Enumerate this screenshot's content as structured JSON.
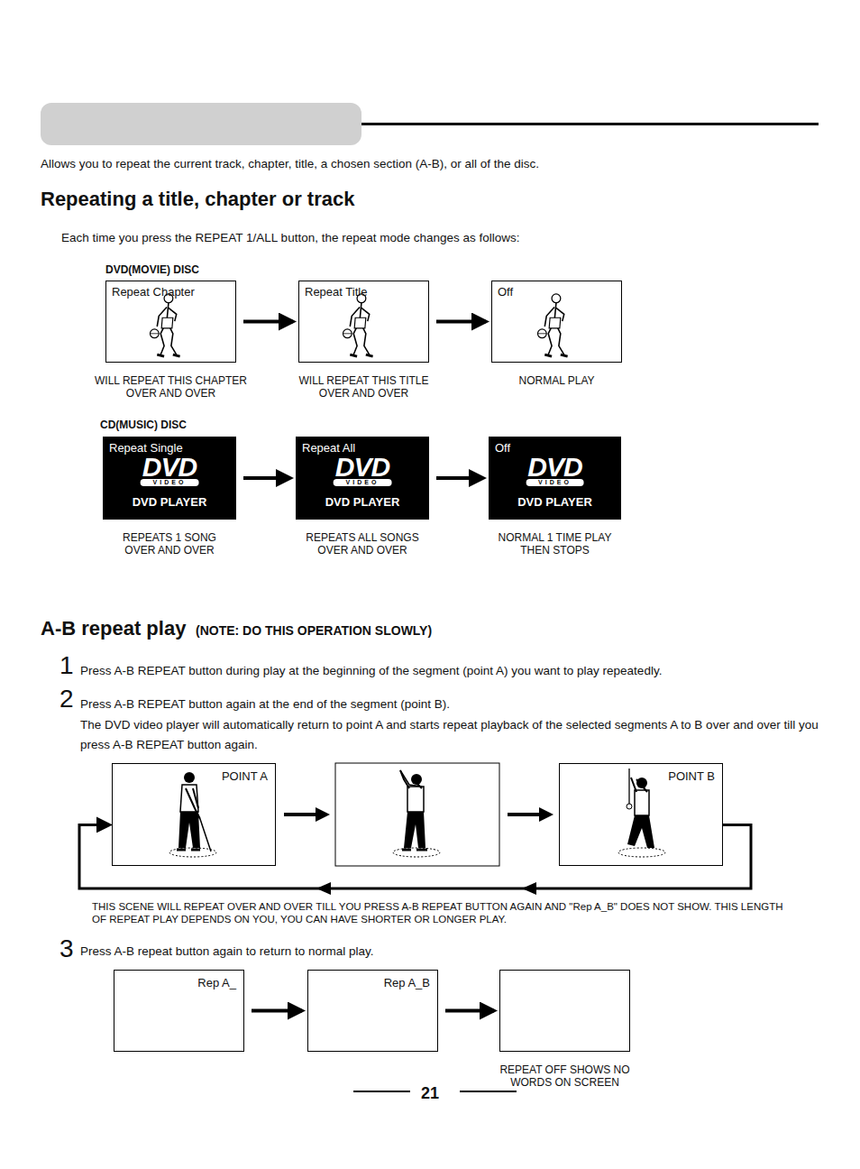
{
  "diagram": {
    "nodes": [
      {
        "text": [
          "Repeat Chapter",
          "WILL REPEAT THIS CHAPTER OVER AND OVER"
        ]
      },
      {
        "text": [
          "Repeat Title",
          "WILL REPEAT THIS TITLE OVER AND OVER"
        ]
      },
      {
        "text": [
          "Off",
          "NORMAL PLAY"
        ]
      },
      {
        "text": [
          "Repeat Single",
          "DVD",
          "VIDEO",
          "DVD PLAYER",
          "REPEATS 1 SONG OVER AND OVER"
        ]
      },
      {
        "text": [
          "Repeat All",
          "DVD",
          "VIDEO",
          "DVD PLAYER",
          "REPEATS ALL SONGS OVER AND OVER"
        ]
      },
      {
        "text": [
          "Off",
          "DVD",
          "VIDEO",
          "DVD PLAYER",
          "NORMAL 1 TIME PLAY THEN STOPS"
        ]
      },
      {
        "text": [
          "POINT A"
        ]
      },
      {
        "text": [
          "POINT B"
        ]
      },
      {
        "text": [
          "Rep A_"
        ]
      },
      {
        "text": [
          "Rep A_B"
        ]
      },
      {
        "text": [
          "REPEAT OFF SHOWS NO WORDS ON SCREEN"
        ]
      }
    ],
    "edges": [
      {
        "from": 0,
        "to": 1,
        "arrow": "to"
      },
      {
        "from": 1,
        "to": 2,
        "arrow": "to"
      },
      {
        "from": 3,
        "to": 4,
        "arrow": "to"
      },
      {
        "from": 4,
        "to": 5,
        "arrow": "to"
      },
      {
        "from": 7,
        "to": 6,
        "arrow": "to"
      },
      {
        "from": 8,
        "to": 9,
        "arrow": "to"
      },
      {
        "from": 9,
        "to": 10,
        "arrow": "to"
      }
    ],
    "labels": [
      "Allows you to repeat the current track, chapter, title, a chosen section (A-B), or all of the disc.",
      "Repeating a title, chapter or track",
      "Each time you press the REPEAT 1/ALL button, the repeat mode changes as follows:",
      "DVD(MOVIE) DISC",
      "CD(MUSIC) DISC",
      "A-B repeat play",
      "(NOTE: DO THIS OPERATION SLOWLY)",
      "1",
      "Press A-B REPEAT button during play at the beginning of the segment (point A) you want to play repeatedly.",
      "2",
      "Press A-B REPEAT button again at the end of the segment (point B).",
      "The DVD video player will automatically return to point A and starts repeat playback of the selected segments A to B over and over till you press A-B REPEAT button again.",
      "THIS SCENE WILL REPEAT OVER AND OVER TILL YOU PRESS A-B REPEAT BUTTON AGAIN AND \"Rep A_B\" DOES NOT SHOW. THIS LENGTH OF REPEAT PLAY DEPENDS ON YOU, YOU CAN HAVE SHORTER OR LONGER PLAY.",
      "3",
      "Press A-B repeat button again to return to normal play.",
      "21"
    ]
  }
}
